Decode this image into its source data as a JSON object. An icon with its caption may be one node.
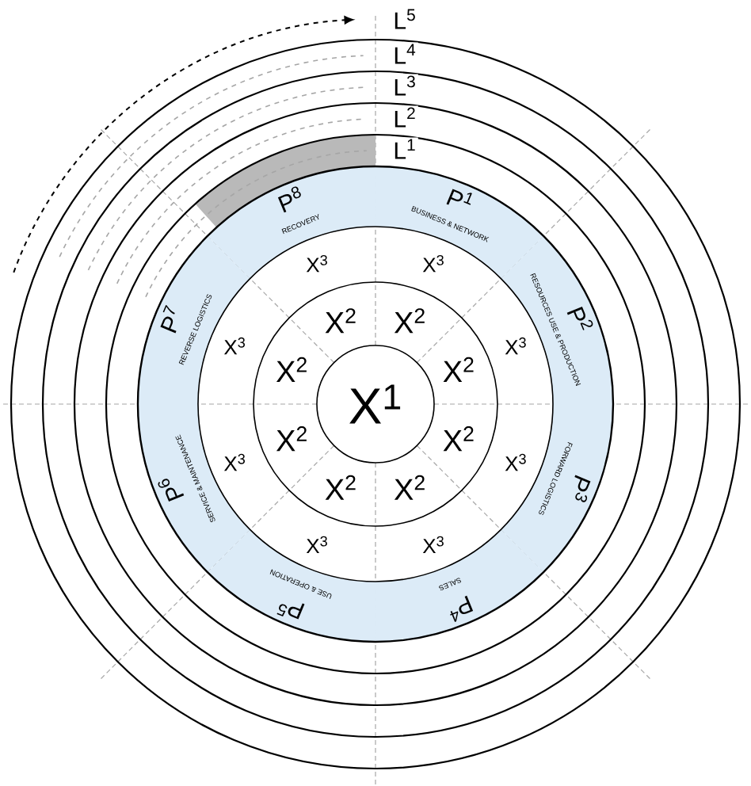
{
  "diagram": {
    "nodes": [
      {
        "text": [
          "X$^{1}$"
        ]
      },
      {
        "text": [
          "X$^{2}$"
        ]
      },
      {
        "text": [
          "X$^{2}$"
        ]
      },
      {
        "text": [
          "X$^{2}$"
        ]
      },
      {
        "text": [
          "X$^{2}$"
        ]
      },
      {
        "text": [
          "X$^{2}$"
        ]
      },
      {
        "text": [
          "X$^{2}$"
        ]
      },
      {
        "text": [
          "X$^{2}$"
        ]
      },
      {
        "text": [
          "X$^{2}$"
        ]
      },
      {
        "text": [
          "X$^{3}$"
        ]
      },
      {
        "text": [
          "X$^{3}$"
        ]
      },
      {
        "text": [
          "X$^{3}$"
        ]
      },
      {
        "text": [
          "X$^{3}$"
        ]
      },
      {
        "text": [
          "X$^{3}$"
        ]
      },
      {
        "text": [
          "X$^{3}$"
        ]
      },
      {
        "text": [
          "X$^{3}$"
        ]
      },
      {
        "text": [
          "X$^{3}$"
        ]
      },
      {
        "text": [
          "P$^{1}$",
          "BUSINESS & NETWORK"
        ]
      },
      {
        "text": [
          "P$^{2}$",
          "RESOURCES USE & PRODUCTION"
        ]
      },
      {
        "text": [
          "P$^{3}$",
          "FORWARD LOGISTICS"
        ]
      },
      {
        "text": [
          "P$^{4}$",
          "SALES"
        ]
      },
      {
        "text": [
          "P$^{5}$",
          "USE & OPERATION"
        ]
      },
      {
        "text": [
          "P$^{6}$",
          "SERVICE & MAINTENANCE"
        ]
      },
      {
        "text": [
          "P$^{7}$",
          "REVERSE LOGISTICS"
        ]
      },
      {
        "text": [
          "P$^{8}$",
          "RECOVERY"
        ]
      }
    ],
    "labels": [
      "L$^{5}$",
      "L$^{4}$",
      "L$^{3}$",
      "L$^{2}$",
      "L$^{1}$"
    ]
  }
}
